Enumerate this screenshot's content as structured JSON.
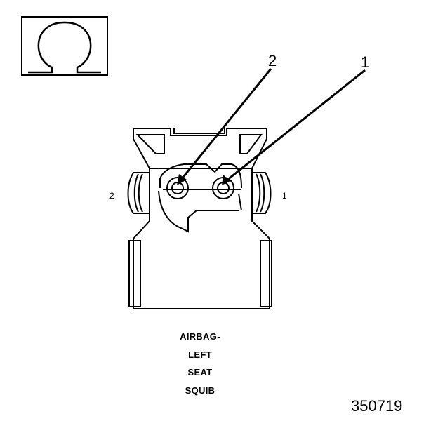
{
  "meter_icon": {
    "symbol": "Ω",
    "icon": "ohmmeter-icon"
  },
  "callouts": [
    "2",
    "1"
  ],
  "pin_labels": {
    "left": "2",
    "right": "1"
  },
  "caption": [
    "AIRBAG-",
    "LEFT",
    "SEAT",
    "SQUIB"
  ],
  "figure_id": "350719",
  "colors": {
    "ink": "#000000",
    "paper": "#ffffff"
  }
}
